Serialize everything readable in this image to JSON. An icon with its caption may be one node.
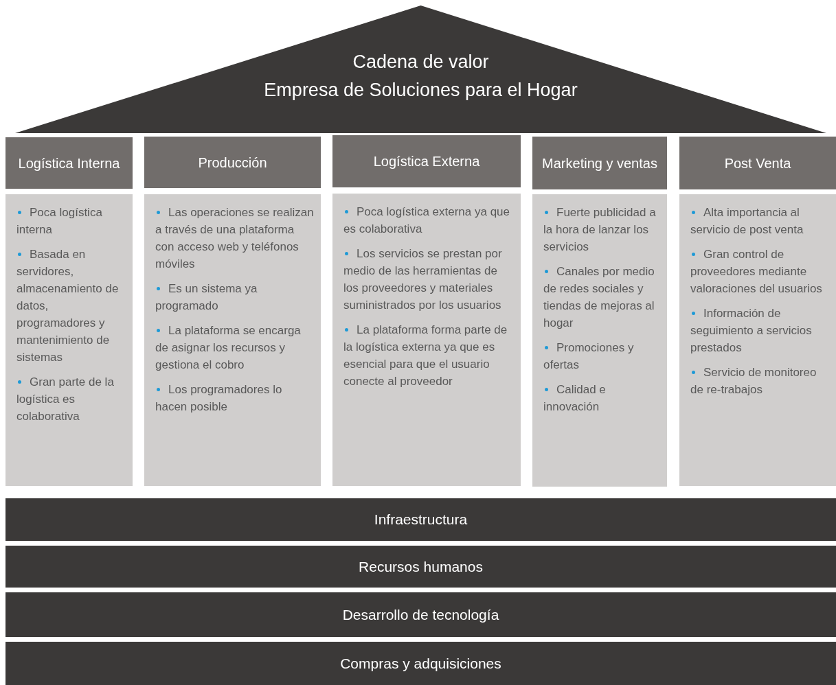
{
  "diagram": {
    "nodes": [
      {
        "text": [
          "Cadena de valor",
          "Empresa de Soluciones para el Hogar"
        ]
      },
      {
        "text": [
          "Logística Interna"
        ]
      },
      {
        "text": [
          "Producción"
        ]
      },
      {
        "text": [
          "Logística Externa"
        ]
      },
      {
        "text": [
          "Marketing y ventas"
        ]
      },
      {
        "text": [
          "Post Venta"
        ]
      },
      {
        "text": [
          "Poca logística interna",
          "Basada en servidores, almacenamiento de datos, programadores y mantenimiento de sistemas",
          "Gran parte de la logística es colaborativa"
        ]
      },
      {
        "text": [
          "Las operaciones se realizan a través de una plataforma con acceso web y teléfonos móviles",
          "Es un sistema ya programado",
          "La plataforma se encarga de asignar los recursos y gestiona el cobro",
          "Los programadores lo hacen posible"
        ]
      },
      {
        "text": [
          "Poca logística externa ya que es colaborativa",
          "Los servicios se prestan por medio de las herramientas de los proveedores y materiales suministrados por los usuarios",
          "La plataforma forma parte de la logística externa ya que es esencial para que el usuario conecte al proveedor"
        ]
      },
      {
        "text": [
          "Fuerte publicidad a la hora de lanzar los servicios",
          "Canales por medio de redes sociales y tiendas de mejoras al hogar",
          "Promociones y ofertas",
          "Calidad e innovación"
        ]
      },
      {
        "text": [
          "Alta importancia al servicio de post venta",
          "Gran control de proveedores mediante valoraciones del usuarios",
          "Información de seguimiento a servicios prestados",
          "Servicio de monitoreo de re-trabajos"
        ]
      },
      {
        "text": [
          "Infraestructura"
        ]
      },
      {
        "text": [
          "Recursos humanos"
        ]
      },
      {
        "text": [
          "Desarrollo de tecnología"
        ]
      },
      {
        "text": [
          "Compras y adquisiciones"
        ]
      }
    ]
  }
}
